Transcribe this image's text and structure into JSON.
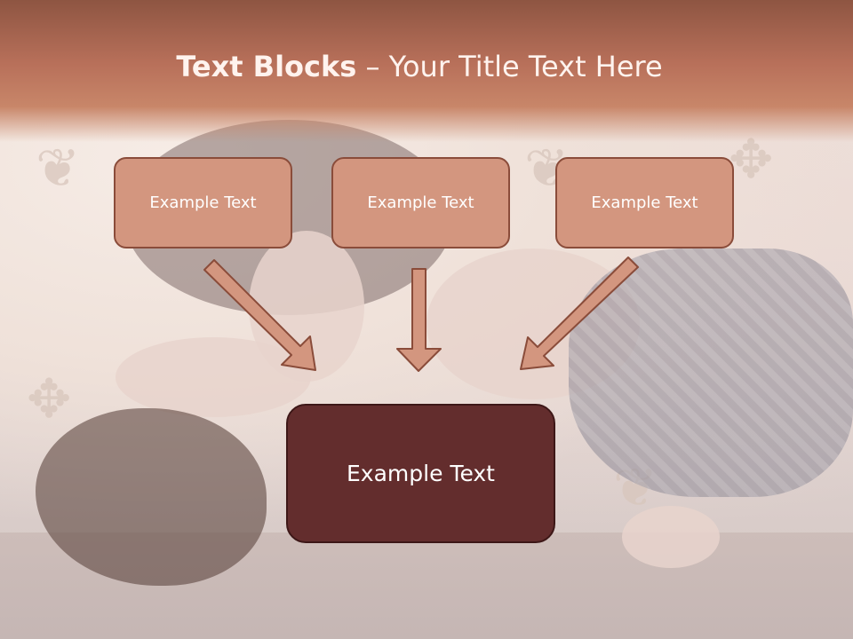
{
  "slide": {
    "title_bold": "Text Blocks",
    "title_dash": " – ",
    "title_rest": "Your Title Text Here"
  },
  "blocks": [
    {
      "label": "Example Text"
    },
    {
      "label": "Example Text"
    },
    {
      "label": "Example Text"
    }
  ],
  "center_block": {
    "label": "Example Text"
  },
  "colors": {
    "title_band": "#b8705a",
    "box_fill": "#d3967f",
    "box_border": "#8a4c3a",
    "center_fill": "#632d2d",
    "arrow_fill": "#d3967f"
  }
}
